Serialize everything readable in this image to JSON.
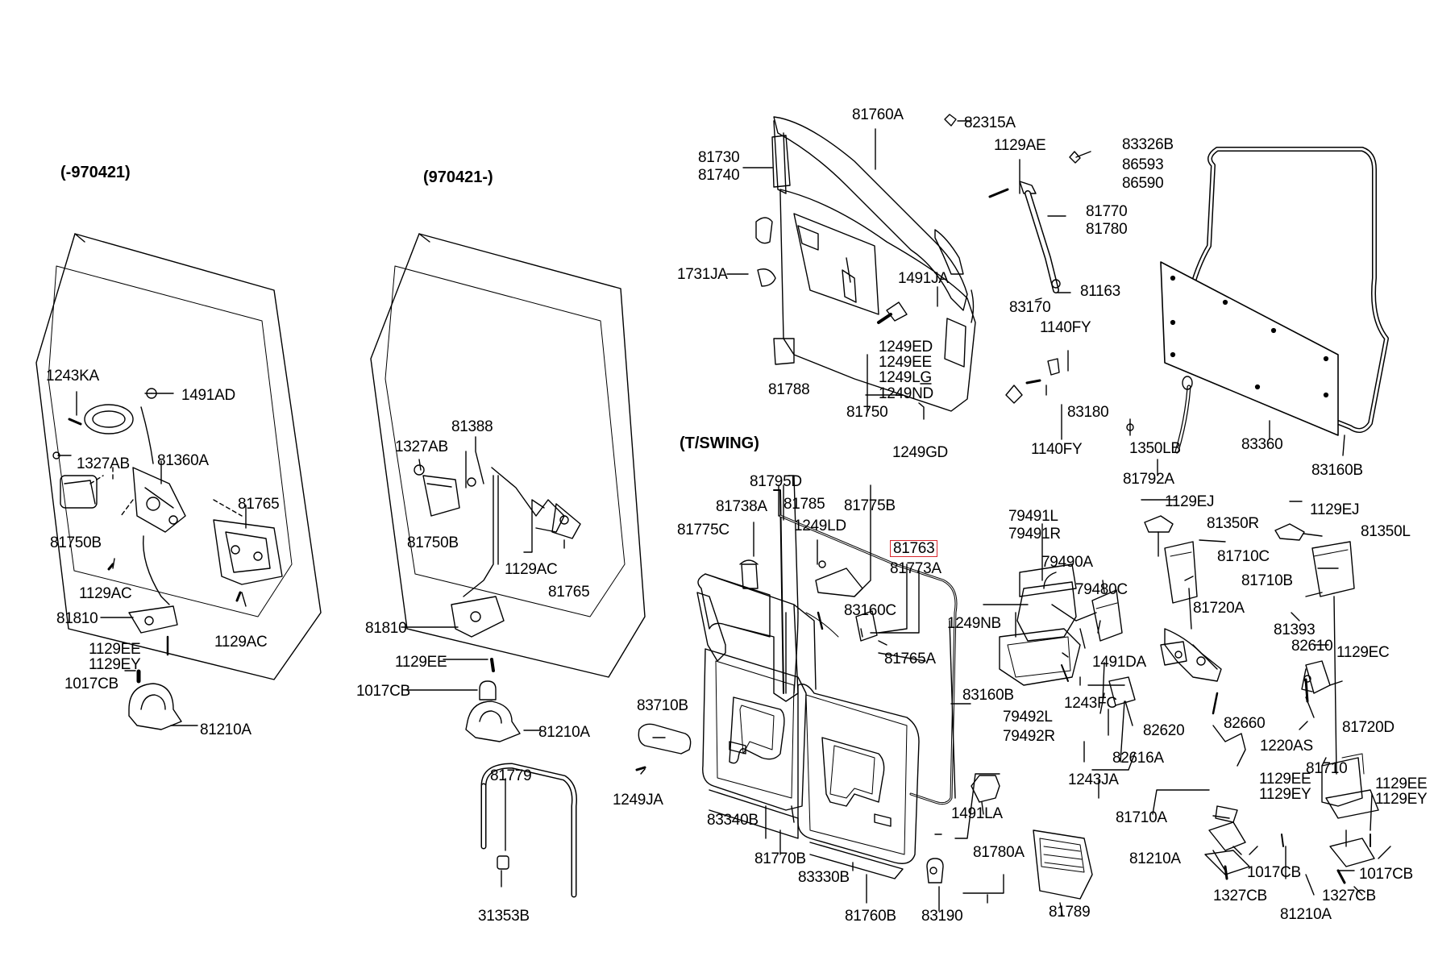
{
  "headers": {
    "h1": "(-970421)",
    "h2": "(970421-)",
    "h3": "(T/SWING)"
  },
  "highlight_color": "#d9272e",
  "highlighted_part": "81763",
  "labels": {
    "p81760A_top": "81760A",
    "p82315A": "82315A",
    "p1129AE": "1129AE",
    "p83326B": "83326B",
    "p86593": "86593",
    "p86590": "86590",
    "p81730": "81730",
    "p81740": "81740",
    "p81770": "81770",
    "p81780": "81780",
    "p1731JA": "1731JA",
    "p1491JA_top": "1491JA",
    "p81163": "81163",
    "p83170": "83170",
    "p1140FY_a": "1140FY",
    "p1249ED": "1249ED",
    "p1249EE": "1249EE",
    "p1249LG": "1249LG",
    "p1249ND": "1249ND",
    "p81788": "81788",
    "p81750": "81750",
    "p83180": "83180",
    "p1249GD": "1249GD",
    "p1140FY_b": "1140FY",
    "p1350LB": "1350LB",
    "p83360": "83360",
    "p83160B_r": "83160B",
    "p81792A": "81792A",
    "L_1243KA": "1243KA",
    "L_1491AD": "1491AD",
    "L_1327AB": "1327AB",
    "L_81360A": "81360A",
    "L_81765": "81765",
    "L_81750B": "81750B",
    "L_1129AC_a": "1129AC",
    "L_1129AC_b": "1129AC",
    "L_81810": "81810",
    "L_1129EE": "1129EE",
    "L_1129EY": "1129EY",
    "L_1017CB": "1017CB",
    "L_81210A": "81210A",
    "M_81388": "81388",
    "M_1327AB": "1327AB",
    "M_81750B": "81750B",
    "M_1129AC": "1129AC",
    "M_81765": "81765",
    "M_81810": "81810",
    "M_1129EE": "1129EE",
    "M_1017CB": "1017CB",
    "M_81210A": "81210A",
    "M_81779": "81779",
    "M_31353B": "31353B",
    "T_81795D": "81795D",
    "T_81738A": "81738A",
    "T_81785": "81785",
    "T_81775B": "81775B",
    "T_81775C": "81775C",
    "T_1249LD": "1249LD",
    "T_81773A": "81773A",
    "T_83160C": "83160C",
    "T_1249NB": "1249NB",
    "T_81765A": "81765A",
    "T_83160B": "83160B",
    "T_83710B": "83710B",
    "T_1249JA": "1249JA",
    "T_83340B": "83340B",
    "T_81770B": "81770B",
    "T_83330B": "83330B",
    "T_81760B": "81760B",
    "T_83190": "83190",
    "T_1491LA": "1491LA",
    "T_81780A": "81780A",
    "T_81789": "81789",
    "R_79491L": "79491L",
    "R_79491R": "79491R",
    "R_79490A": "79490A",
    "R_79480C": "79480C",
    "R_1491DA": "1491DA",
    "R_79492L": "79492L",
    "R_79492R": "79492R",
    "R_1243FC": "1243FC",
    "R_82620": "82620",
    "R_82616A": "82616A",
    "R_1243JA": "1243JA",
    "R_1129EJ_a": "1129EJ",
    "R_81350R": "81350R",
    "R_81710C": "81710C",
    "R_81720A": "81720A",
    "R_1129EJ_b": "1129EJ",
    "R_81350L": "81350L",
    "R_81710B": "81710B",
    "R_81393": "81393",
    "R_82610": "82610",
    "R_1129EC": "1129EC",
    "R_82660": "82660",
    "R_1220AS": "1220AS",
    "R_81720D": "81720D",
    "R_81710": "81710",
    "R_1129EE_a": "1129EE",
    "R_1129EY_a": "1129EY",
    "R_1129EE_b": "1129EE",
    "R_1129EY_b": "1129EY",
    "R_81710A": "81710A",
    "R_81210A_a": "81210A",
    "R_1017CB_a": "1017CB",
    "R_1327CB_a": "1327CB",
    "R_1017CB_b": "1017CB",
    "R_1327CB_b": "1327CB",
    "R_81210A_b": "81210A"
  }
}
